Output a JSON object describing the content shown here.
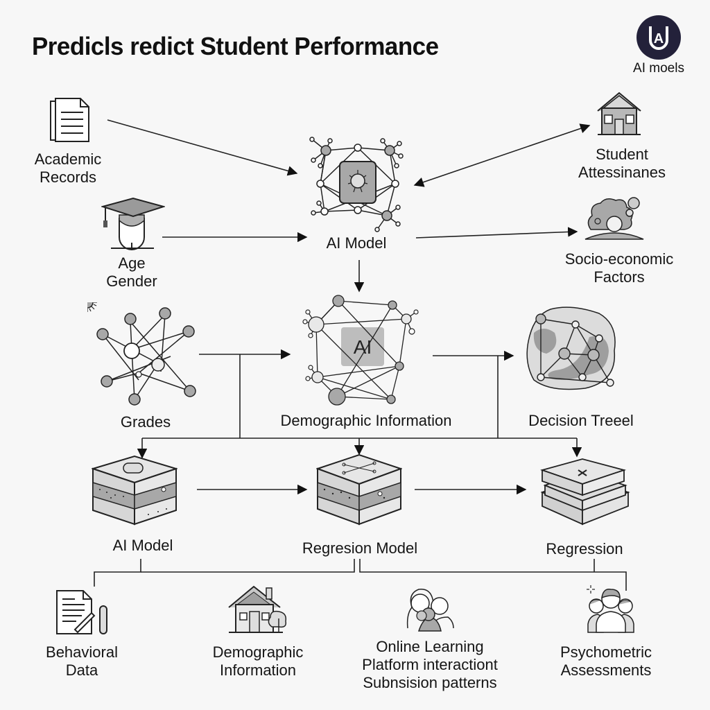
{
  "header": {
    "title": "Predicls redict Student Performance",
    "logo_letter": "A",
    "logo_label": "AI moels"
  },
  "colors": {
    "background": "#f7f7f7",
    "ink": "#111111",
    "fill_gray": "#b8b8b8",
    "fill_light": "#e2e2e2",
    "logo_bg": "#23213a"
  },
  "nodes": {
    "academic_records": {
      "label_lines": [
        "Academic",
        "Records"
      ],
      "icon": "document-icon"
    },
    "age_gender": {
      "label_lines": [
        "Age",
        "Gender"
      ],
      "icon": "graduation-cap-icon"
    },
    "ai_model_top": {
      "label": "AI Model",
      "icon": "neural-network-icon"
    },
    "student_attendance": {
      "label_lines": [
        "Student",
        "Attessinanes"
      ],
      "icon": "school-house-icon"
    },
    "socio_economic": {
      "label_lines": [
        "Socio-economic",
        "Factors"
      ],
      "icon": "tree-cluster-icon"
    },
    "grades": {
      "label": "Grades",
      "icon": "star-network-icon"
    },
    "demographic_info_mid": {
      "label": "Demographic Information",
      "icon_text": "AI",
      "icon": "ai-network-icon"
    },
    "decision_tree": {
      "label": "Decision Treeel",
      "icon": "blob-network-icon"
    },
    "ai_model_bottom": {
      "label": "AI Model",
      "icon": "layered-cube-icon"
    },
    "regression_model": {
      "label": "Regresion Model",
      "icon": "layered-cube-icon"
    },
    "regression": {
      "label": "Regression",
      "icon": "stacked-slabs-icon"
    },
    "behavioral_data": {
      "label_lines": [
        "Behavioral",
        "Data"
      ],
      "icon": "document-pen-icon"
    },
    "demographic_info_bottom": {
      "label_lines": [
        "Demographic",
        "Information"
      ],
      "icon": "house-tree-icon"
    },
    "online_learning": {
      "label_lines": [
        "Online Learning",
        "Platform interactiont",
        "Subnsision patterns"
      ],
      "icon": "family-group-icon"
    },
    "psychometric": {
      "label_lines": [
        "Psychometric",
        "Assessments"
      ],
      "icon": "people-group-icon"
    }
  },
  "edges": [
    {
      "from": "academic_records",
      "to": "ai_model_top"
    },
    {
      "from": "age_gender",
      "to": "ai_model_top"
    },
    {
      "from": "ai_model_top",
      "to": "student_attendance",
      "bidirectional": true
    },
    {
      "from": "ai_model_top",
      "to": "socio_economic"
    },
    {
      "from": "ai_model_top",
      "to": "demographic_info_mid"
    },
    {
      "from": "grades",
      "to": "demographic_info_mid"
    },
    {
      "from": "demographic_info_mid",
      "to": "decision_tree"
    },
    {
      "from": "grades",
      "to": "ai_model_bottom"
    },
    {
      "from": "grades",
      "to": "regression_model"
    },
    {
      "from": "decision_tree",
      "to": "regression"
    },
    {
      "from": "ai_model_bottom",
      "to": "regression_model"
    },
    {
      "from": "regression_model",
      "to": "regression"
    },
    {
      "from": "ai_model_bottom",
      "to": "behavioral_data"
    },
    {
      "from": "regression_model",
      "to": "behavioral_data"
    },
    {
      "from": "regression_model",
      "to": "psychometric"
    },
    {
      "from": "regression",
      "to": "psychometric"
    }
  ]
}
